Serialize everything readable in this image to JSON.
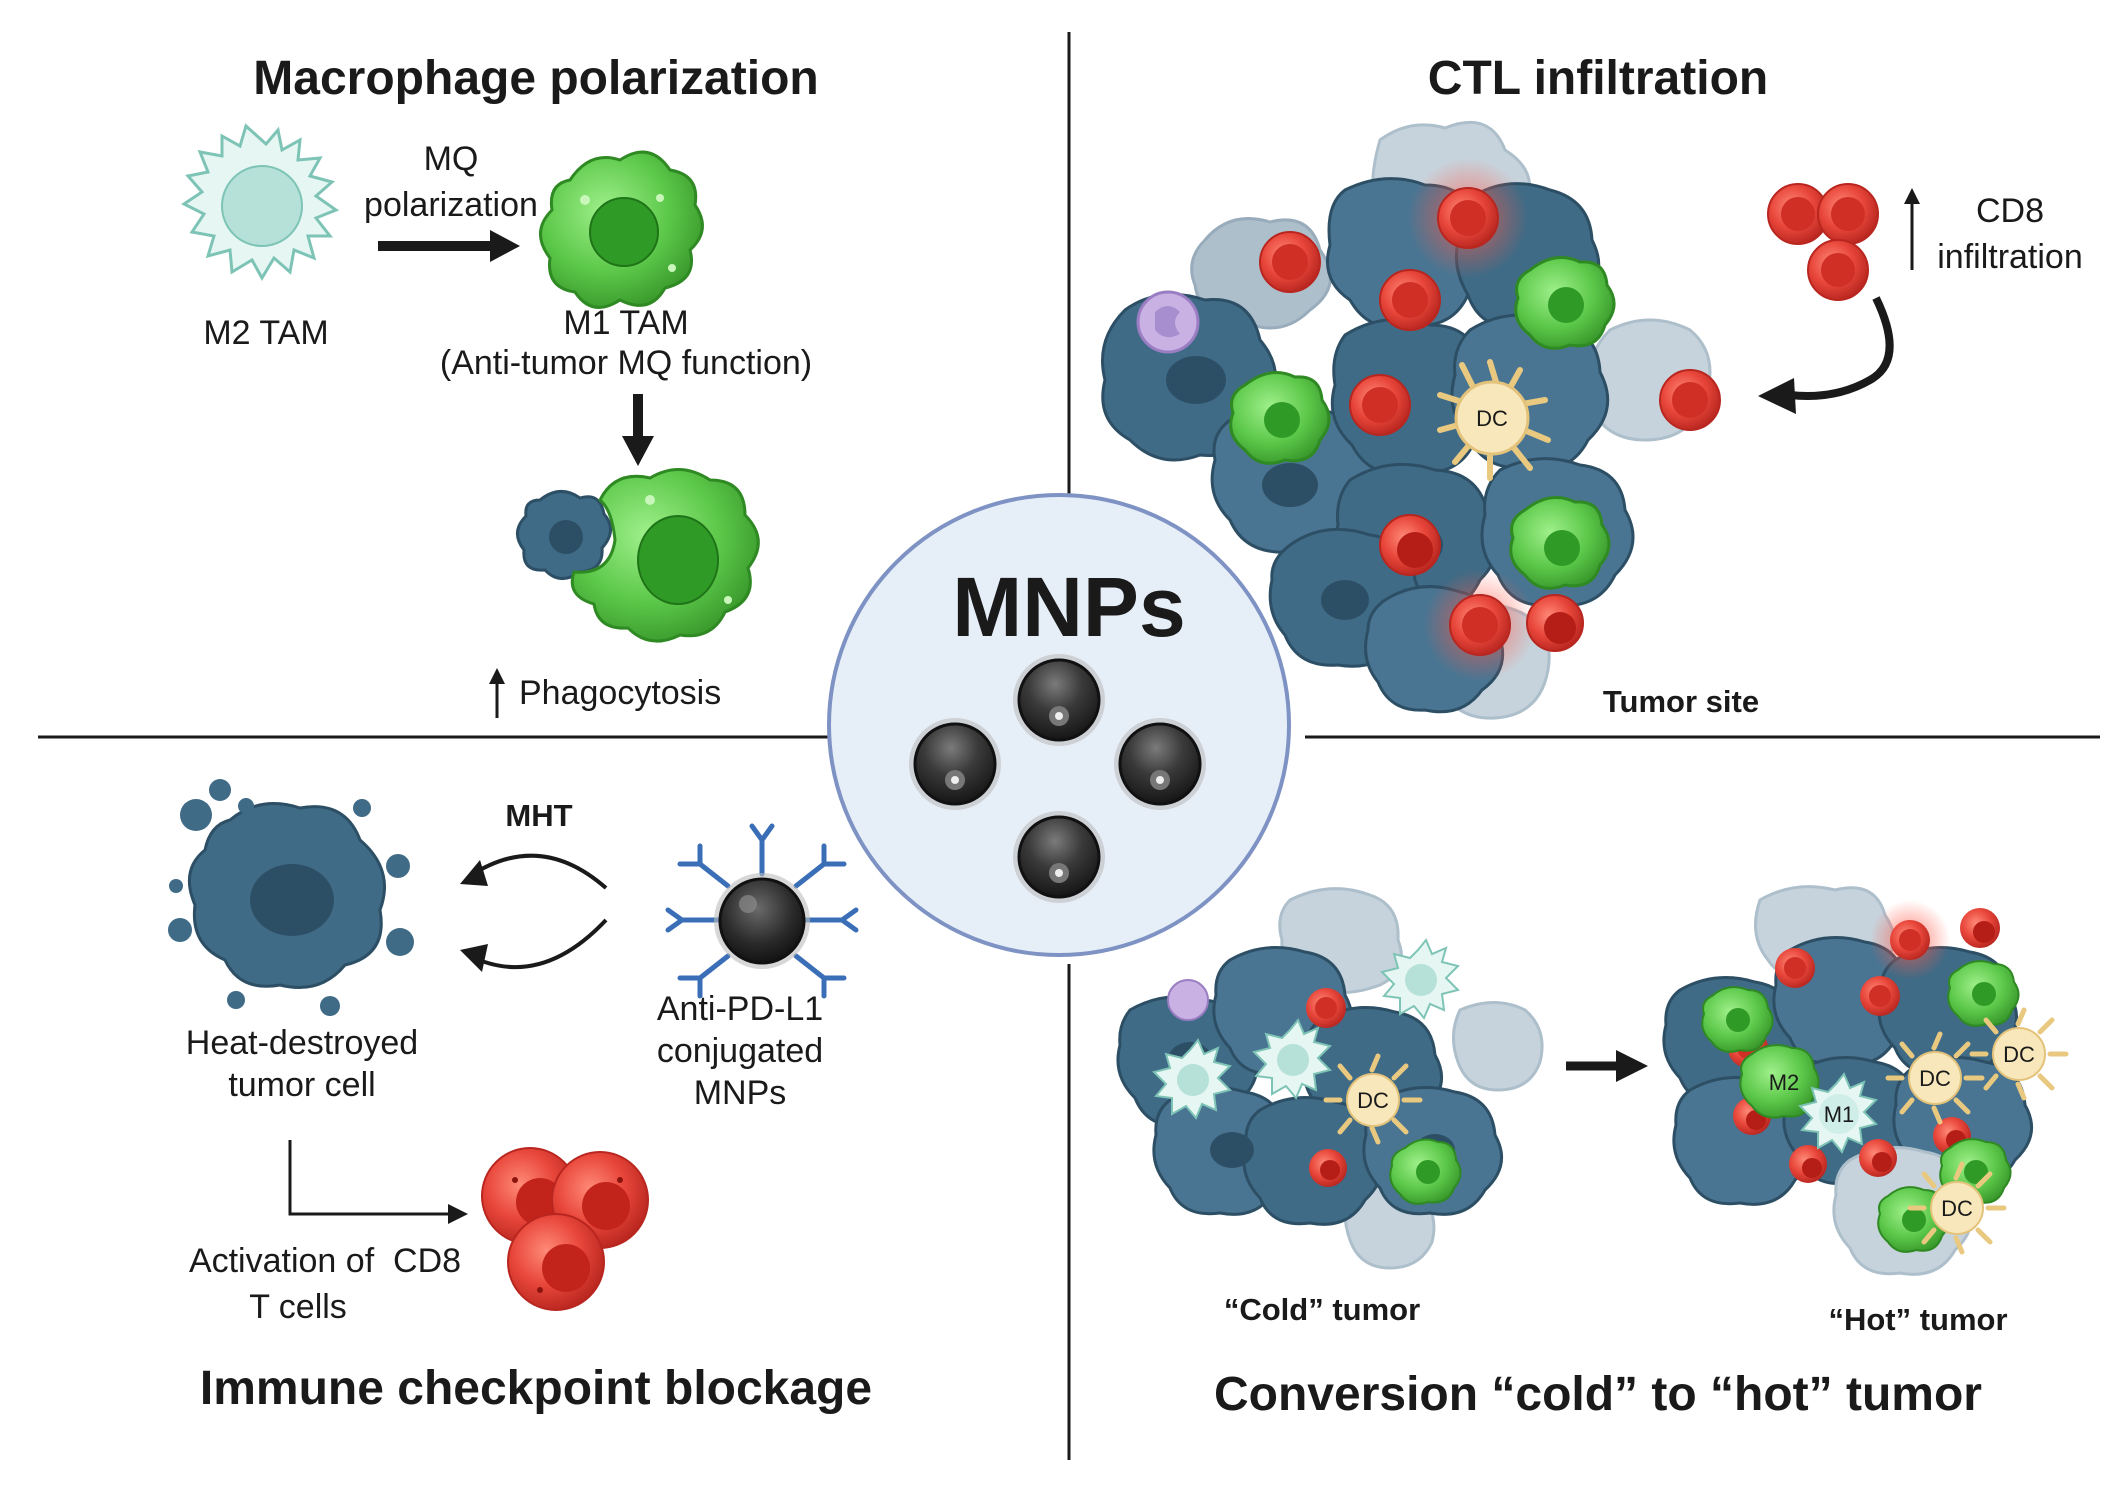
{
  "center": {
    "title": "MNPs"
  },
  "quadrants": {
    "macrophage": {
      "title": "Macrophage polarization",
      "arrow_label_1": "MQ",
      "arrow_label_2": "polarization",
      "m2_label": "M2 TAM",
      "m1_label": "M1 TAM",
      "m1_sub": "(Anti-tumor MQ function)",
      "phago_label": "Phagocytosis"
    },
    "ctl": {
      "title": "CTL infiltration",
      "cd8_label_1": "CD8",
      "cd8_label_2": "infiltration",
      "site_label": "Tumor site",
      "dc_label": "DC"
    },
    "checkpoint": {
      "title": "Immune checkpoint blockage",
      "mht_label": "MHT",
      "destroyed_1": "Heat-destroyed",
      "destroyed_2": "tumor cell",
      "anti_1": "Anti-PD-L1",
      "anti_2": "conjugated",
      "anti_3": "MNPs",
      "activation_1": "Activation of  CD8",
      "activation_2": "T cells"
    },
    "conversion": {
      "title": "Conversion “cold” to “hot” tumor",
      "cold_label": "“Cold” tumor",
      "hot_label": "“Hot” tumor",
      "dc_label": "DC",
      "m1_label": "M1",
      "m2_label": "M2"
    }
  },
  "colors": {
    "tumor": "#3f6b86",
    "tumor_dark": "#2d4f65",
    "m1_green": "#5cc84a",
    "m2_teal": "#cfeee8",
    "tcell_red": "#e8463a",
    "dc_cream": "#f8e7bb",
    "center_fill": "#e6eef8",
    "center_stroke": "#7e93c4"
  }
}
